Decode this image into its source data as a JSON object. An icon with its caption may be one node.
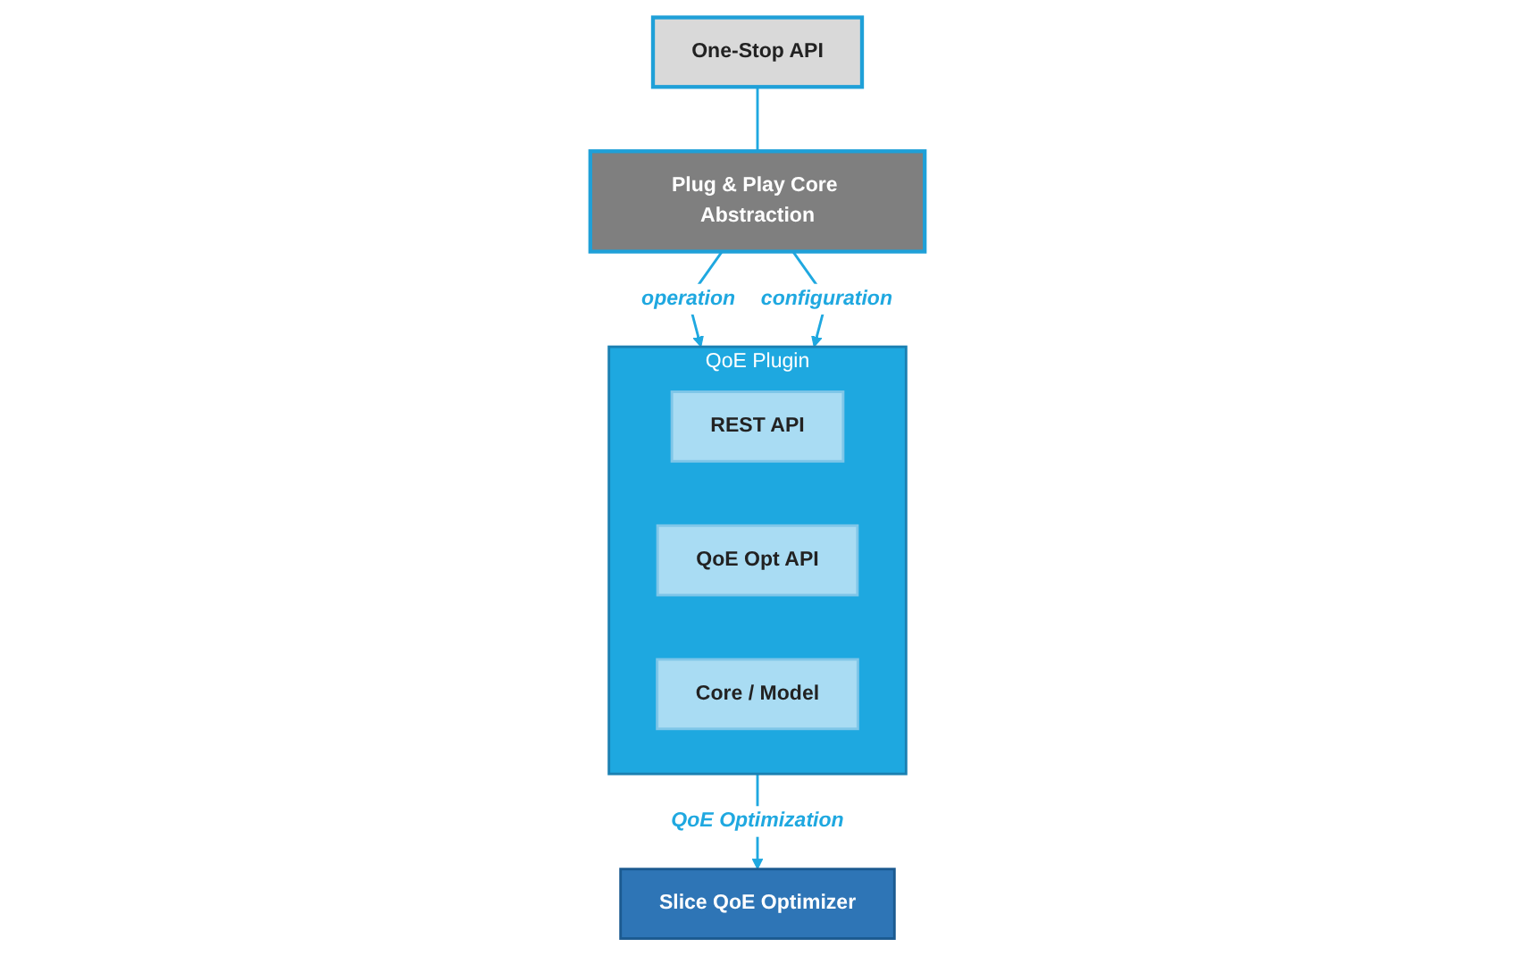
{
  "diagram": {
    "nodes": [
      {
        "text": [
          "One-Stop API"
        ]
      },
      {
        "text": [
          "Plug & Play Core Abstraction"
        ]
      },
      {
        "text": [
          "QoE Plugin"
        ]
      },
      {
        "text": [
          "REST API"
        ],
        "in": 2
      },
      {
        "text": [
          "QoE Opt API"
        ],
        "in": 2
      },
      {
        "text": [
          "Core / Model"
        ],
        "in": 2
      },
      {
        "text": [
          "Slice QoE Optimizer"
        ]
      }
    ],
    "edges": [
      {
        "from": 0,
        "to": 1,
        "arrow": "none"
      },
      {
        "from": 1,
        "to": 2,
        "arrow": "to",
        "label": "operation"
      },
      {
        "from": 1,
        "to": 2,
        "arrow": "to",
        "label": "configuration"
      },
      {
        "from": 2,
        "to": 6,
        "arrow": "to",
        "label": "QoE Optimization"
      }
    ]
  }
}
